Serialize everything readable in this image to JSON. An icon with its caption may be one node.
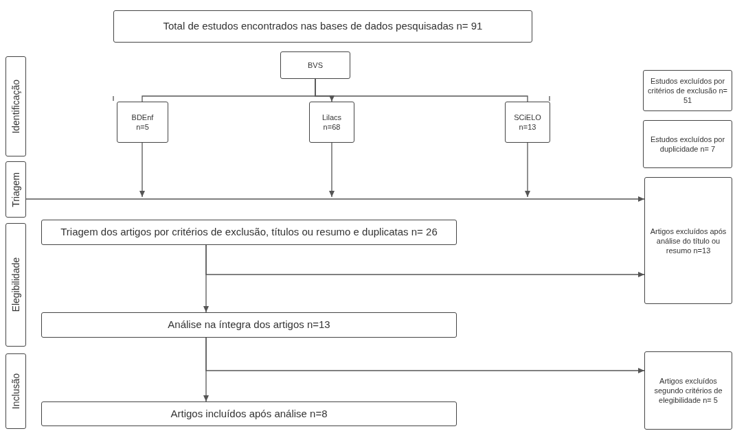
{
  "diagram": {
    "nodes": [
      {
        "text": [
          "Total de estudos encontrados nas bases de dados pesquisadas n= 91"
        ]
      },
      {
        "text": [
          "Identificação"
        ]
      },
      {
        "text": [
          "BVS"
        ]
      },
      {
        "text": [
          "BDEnf",
          "n=5"
        ]
      },
      {
        "text": [
          "Lilacs",
          "n=68"
        ]
      },
      {
        "text": [
          "SCiELO",
          "n=13"
        ]
      },
      {
        "text": [
          "Estudos excluídos por critérios de exclusão n= 51"
        ]
      },
      {
        "text": [
          "Estudos excluídos por duplicidade n= 7"
        ]
      },
      {
        "text": [
          "Triagem"
        ]
      },
      {
        "text": [
          "Triagem dos artigos por critérios de exclusão, títulos ou resumo e duplicatas n= 26"
        ]
      },
      {
        "text": [
          "Artigos excluídos após análise do título ou resumo n=13"
        ]
      },
      {
        "text": [
          "Elegibilidade"
        ]
      },
      {
        "text": [
          "Análise na íntegra dos artigos n=13"
        ]
      },
      {
        "text": [
          "Artigos excluídos segundo critérios de elegibilidade n= 5"
        ]
      },
      {
        "text": [
          "Inclusão"
        ]
      },
      {
        "text": [
          "Artigos incluídos após análise n=8"
        ]
      }
    ],
    "edges": [
      {
        "from": 2,
        "to": 3,
        "arrow": "none"
      },
      {
        "from": 2,
        "to": 4,
        "arrow": "to"
      },
      {
        "from": 2,
        "to": 5,
        "arrow": "none"
      },
      {
        "from": 3,
        "to": null,
        "arrow": "to"
      },
      {
        "from": 4,
        "to": null,
        "arrow": "to"
      },
      {
        "from": 5,
        "to": null,
        "arrow": "to"
      },
      {
        "from": 8,
        "to": 10,
        "arrow": "to"
      },
      {
        "from": 9,
        "to": 12,
        "arrow": "to"
      },
      {
        "from": 9,
        "to": 10,
        "arrow": "to"
      },
      {
        "from": 12,
        "to": 15,
        "arrow": "to"
      },
      {
        "from": 12,
        "to": 13,
        "arrow": "to"
      }
    ]
  }
}
